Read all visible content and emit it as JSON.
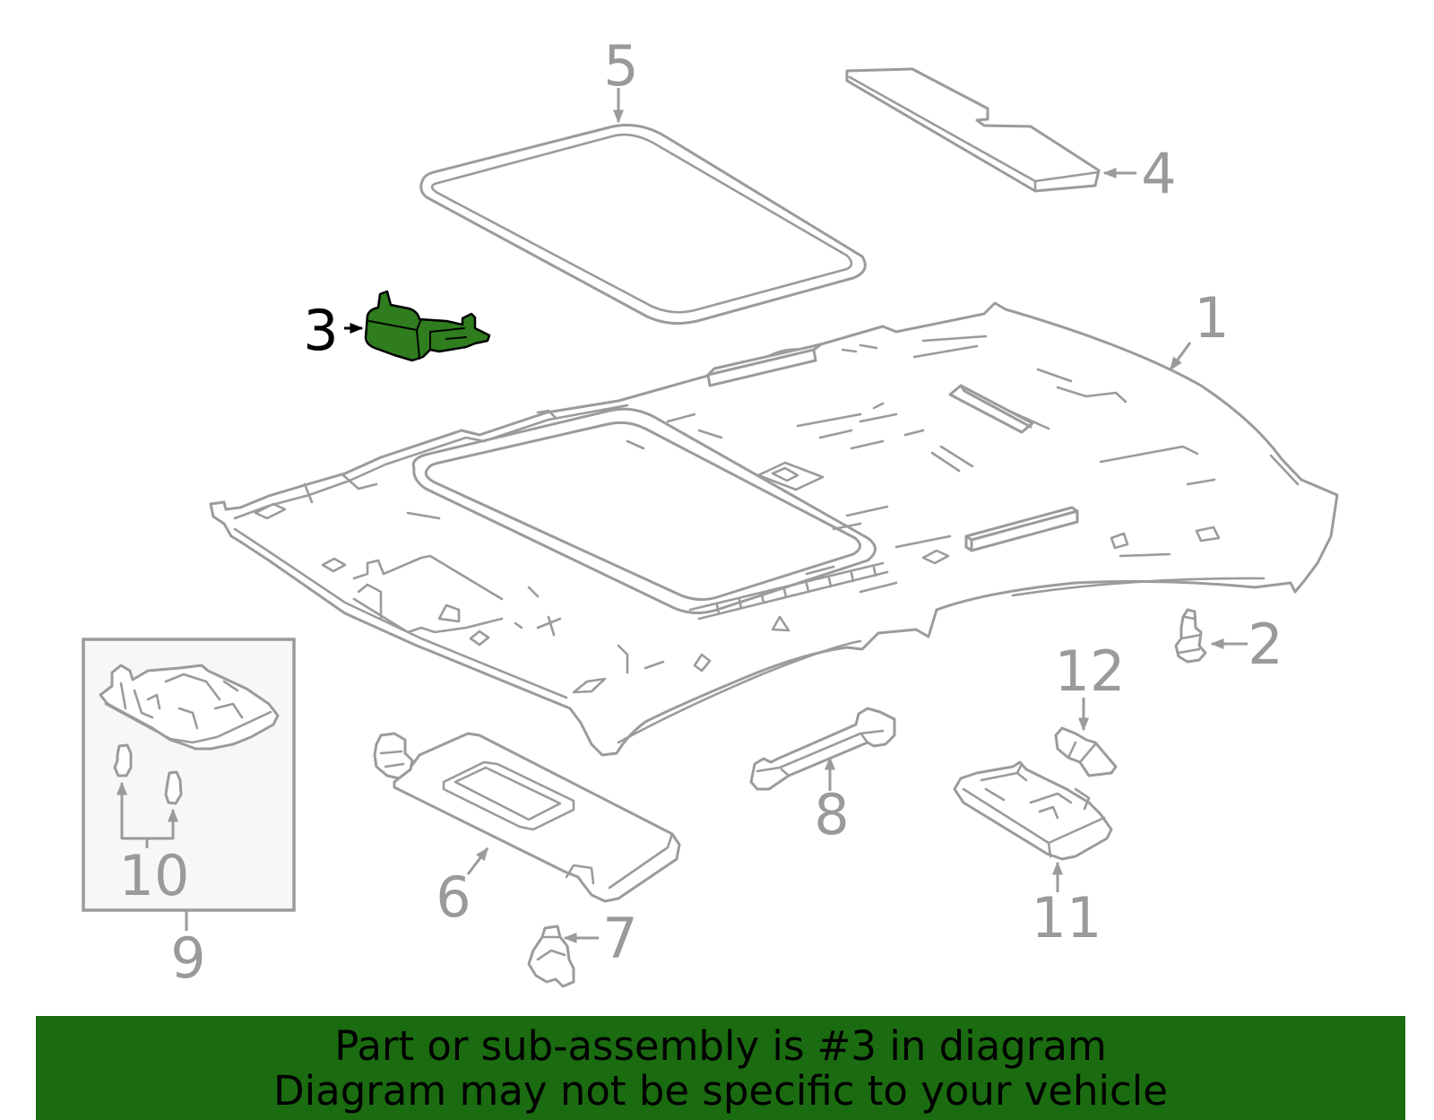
{
  "diagram": {
    "callouts": [
      {
        "label": "1",
        "highlighted": false
      },
      {
        "label": "2",
        "highlighted": false
      },
      {
        "label": "3",
        "highlighted": true
      },
      {
        "label": "4",
        "highlighted": false
      },
      {
        "label": "5",
        "highlighted": false
      },
      {
        "label": "6",
        "highlighted": false
      },
      {
        "label": "7",
        "highlighted": false
      },
      {
        "label": "8",
        "highlighted": false
      },
      {
        "label": "9",
        "highlighted": false
      },
      {
        "label": "10",
        "highlighted": false
      },
      {
        "label": "11",
        "highlighted": false
      },
      {
        "label": "12",
        "highlighted": false
      }
    ]
  },
  "banner": {
    "line1": "Part or sub-assembly is #3 in diagram",
    "line2": "Diagram may not be specific to your vehicle"
  },
  "colors": {
    "background": "#ffffff",
    "line_art": "#9b9b9b",
    "label_text": "#9a9a9a",
    "highlight_fill": "#2f7d1e",
    "highlight_outline": "#000000",
    "highlight_label": "#000000",
    "inset_box_fill": "#f7f7f7",
    "banner_background": "#1b6b11",
    "banner_text": "#000000"
  }
}
